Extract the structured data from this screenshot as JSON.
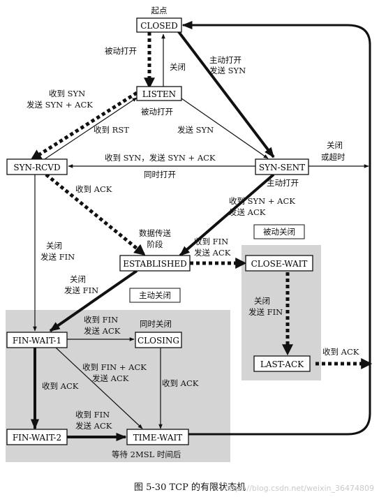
{
  "states": {
    "closed": "CLOSED",
    "listen": "LISTEN",
    "syn_rcvd": "SYN-RCVD",
    "syn_sent": "SYN-SENT",
    "established": "ESTABLISHED",
    "close_wait": "CLOSE-WAIT",
    "last_ack": "LAST-ACK",
    "fin_wait_1": "FIN-WAIT-1",
    "closing": "CLOSING",
    "fin_wait_2": "FIN-WAIT-2",
    "time_wait": "TIME-WAIT"
  },
  "labels": {
    "start": "起点",
    "passive_open_1": "被动打开",
    "close_1": "关闭",
    "active_open_send_syn": [
      "主动打开",
      "发送 SYN"
    ],
    "recv_syn_send_synack": [
      "收到 SYN",
      "发送 SYN + ACK"
    ],
    "passive_open_2": "被动打开",
    "recv_rst": "收到 RST",
    "send_syn": "发送 SYN",
    "close_or_timeout": [
      "关闭",
      "或超时"
    ],
    "recv_syn_send_synack_inline": "收到 SYN，发送 SYN + ACK",
    "simultaneous_open": "同时打开",
    "active_open_2": "主动打开",
    "recv_ack_1": "收到 ACK",
    "recv_synack_send_ack": [
      "收到 SYN + ACK",
      "发送 ACK"
    ],
    "data_transfer": [
      "数据传送",
      "阶段"
    ],
    "passive_close": "被动关闭",
    "recv_fin_send_ack_1": [
      "收到 FIN",
      "发送 ACK"
    ],
    "close_send_fin_1": [
      "关闭",
      "发送 FIN"
    ],
    "close_send_fin_2": [
      "关闭",
      "发送 FIN"
    ],
    "active_close": "主动关闭",
    "close_send_fin_3": [
      "关闭",
      "发送 FIN"
    ],
    "recv_fin_send_ack_2": [
      "收到 FIN",
      "发送 ACK"
    ],
    "simultaneous_close": "同时关闭",
    "recv_finack_send_ack": [
      "收到 FIN + ACK",
      "发送 ACK"
    ],
    "recv_ack_2": "收到 ACK",
    "recv_ack_3": "收到 ACK",
    "recv_ack_4": "收到 ACK",
    "recv_fin_send_ack_3": [
      "收到 FIN",
      "发送 ACK"
    ],
    "wait_2msl": "等待 2MSL 时间后"
  },
  "caption": "图 5-30   TCP 的有限状态机",
  "watermark": "https://blog.csdn.net/weixin_36474809",
  "colors": {
    "shade": "#d4d4d4",
    "line": "#111111"
  }
}
